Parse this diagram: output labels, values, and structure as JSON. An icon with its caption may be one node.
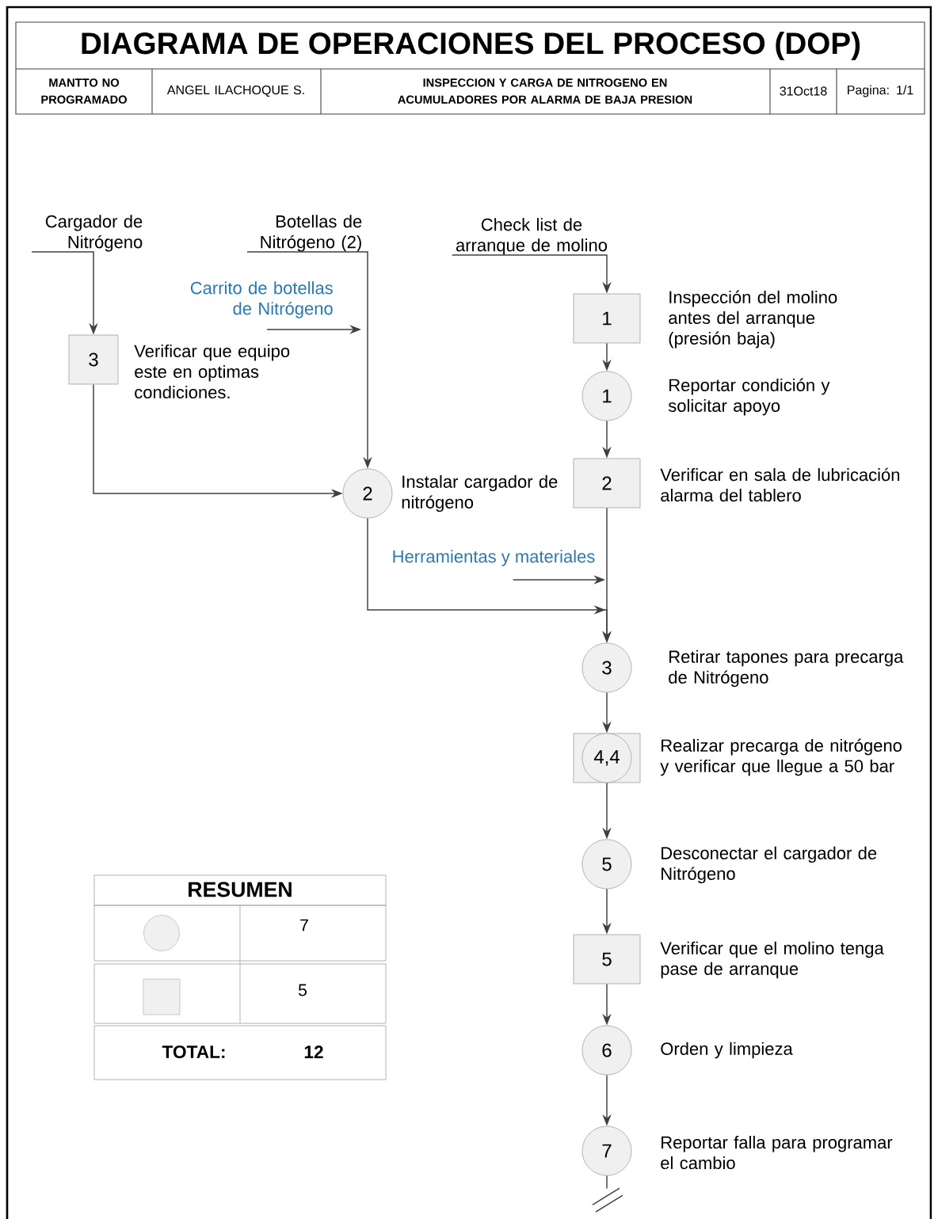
{
  "diagram": {
    "title": "DIAGRAMA DE OPERACIONES DEL PROCESO (DOP)",
    "nodes": [
      {
        "text": [
          "Cargador de Nitrógeno"
        ]
      },
      {
        "text": [
          "Botellas de Nitrógeno (2)"
        ]
      },
      {
        "text": [
          "Check list de arranque de molino"
        ]
      },
      {
        "text": [
          "1"
        ],
        "beside": [
          "Inspección del molino antes del arranque (presión baja)"
        ]
      },
      {
        "text": [
          "1"
        ],
        "beside": [
          "Reportar condición y solicitar apoyo"
        ]
      },
      {
        "text": [
          "3"
        ],
        "beside": [
          "Verificar que equipo este en optimas condiciones."
        ]
      },
      {
        "text": [
          "Carrito de botellas de Nitrógeno"
        ]
      },
      {
        "text": [
          "2"
        ],
        "beside": [
          "Instalar cargador de nitrógeno"
        ]
      },
      {
        "text": [
          "2"
        ],
        "beside": [
          "Verificar en sala de lubricación alarma del tablero"
        ]
      },
      {
        "text": [
          "Herramientas y materiales"
        ]
      },
      {
        "text": [
          "3"
        ],
        "beside": [
          "Retirar tapones para precarga de Nitrógeno"
        ]
      },
      {
        "text": [
          "4,4"
        ],
        "beside": [
          "Realizar precarga de nitrógeno y verificar que llegue a 50 bar"
        ]
      },
      {
        "text": [
          "5"
        ],
        "beside": [
          "Desconectar el cargador de Nitrógeno"
        ]
      },
      {
        "text": [
          "5"
        ],
        "beside": [
          "Verificar que el molino tenga pase de arranque"
        ]
      },
      {
        "text": [
          "6"
        ],
        "beside": [
          "Orden y limpieza"
        ]
      },
      {
        "text": [
          "7"
        ],
        "beside": [
          "Reportar falla para programar el cambio"
        ]
      }
    ],
    "edges": [
      {
        "from": 0,
        "to": 5,
        "arrow": "to"
      },
      {
        "from": 2,
        "to": 3,
        "arrow": "to"
      },
      {
        "from": 3,
        "to": 4,
        "arrow": "to"
      },
      {
        "from": 4,
        "to": 8,
        "arrow": "to"
      },
      {
        "from": 1,
        "to": 7,
        "arrow": "to"
      },
      {
        "from": 5,
        "to": 7,
        "arrow": "to"
      },
      {
        "from": 6,
        "to": null,
        "arrow": "to"
      },
      {
        "from": 8,
        "to": 10,
        "arrow": "to"
      },
      {
        "from": 7,
        "to": 10,
        "arrow": "to"
      },
      {
        "from": 9,
        "to": null,
        "arrow": "to"
      },
      {
        "from": 10,
        "to": 11,
        "arrow": "to"
      },
      {
        "from": 11,
        "to": 12,
        "arrow": "to"
      },
      {
        "from": 12,
        "to": 13,
        "arrow": "to"
      },
      {
        "from": 13,
        "to": 14,
        "arrow": "to"
      },
      {
        "from": 14,
        "to": 15,
        "arrow": "to"
      },
      {
        "from": 15,
        "to": null,
        "arrow": "none"
      }
    ],
    "labels": [
      "MANTTO NO PROGRAMADO",
      "ANGEL ILACHOQUE S.",
      "INSPECCION Y CARGA DE NITROGENO EN ACUMULADORES POR ALARMA DE BAJA PRESION",
      "31Oct18",
      "Pagina: 1/1",
      "RESUMEN",
      "7",
      "5",
      "TOTAL:",
      "12"
    ]
  }
}
